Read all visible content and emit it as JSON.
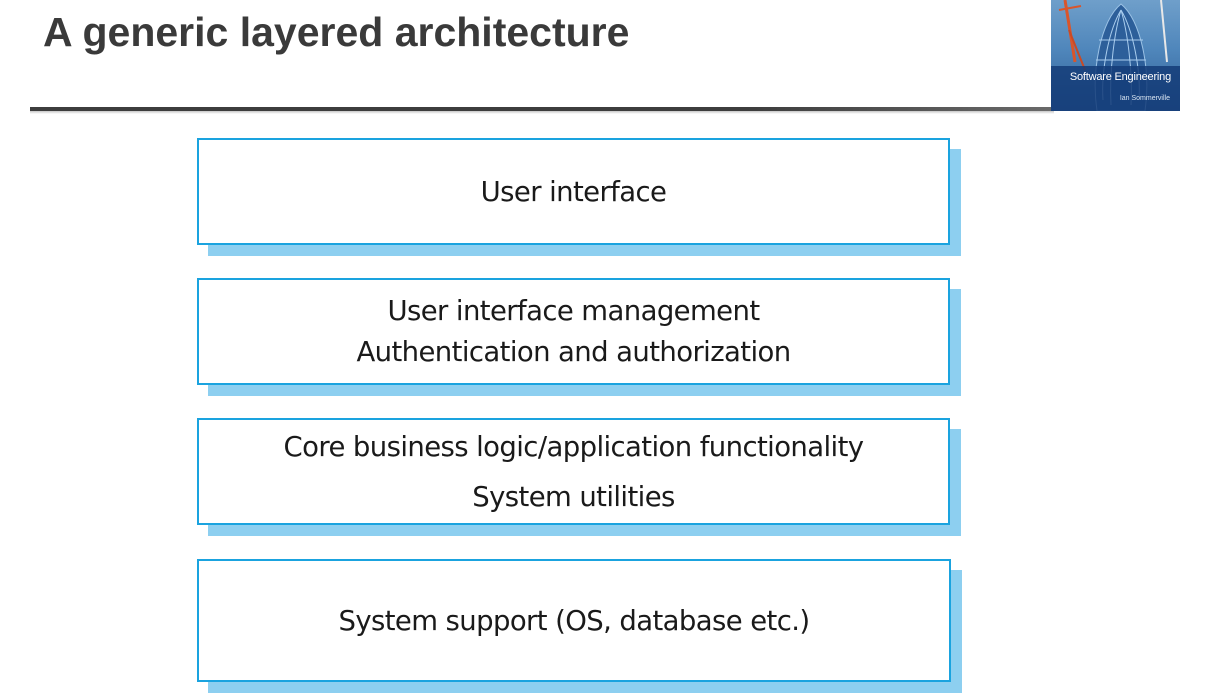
{
  "slide": {
    "title": "A generic layered architecture"
  },
  "book_cover": {
    "title": "Software Engineering",
    "author": "Ian Sommerville"
  },
  "layers": [
    {
      "lines": [
        "User interface"
      ]
    },
    {
      "lines": [
        "User interface management",
        "Authentication and authorization"
      ]
    },
    {
      "lines": [
        "Core business logic/application functionality",
        "System utilities"
      ]
    },
    {
      "lines": [
        "System support (OS, database etc.)"
      ]
    }
  ],
  "colors": {
    "box_border": "#1aa3df",
    "box_shadow": "#8dcff0",
    "title_text": "#3a3a3a"
  }
}
